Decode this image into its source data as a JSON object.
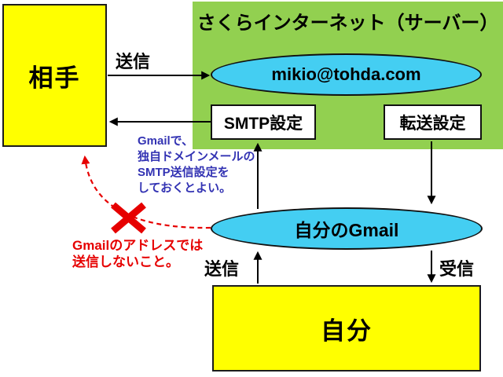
{
  "colors": {
    "yellow": "#ffff00",
    "green": "#92d050",
    "cyan": "#44cef2",
    "note_blue": "#3333b3",
    "red": "#e60000"
  },
  "nodes": {
    "aite": {
      "label": "相手"
    },
    "server": {
      "title": "さくらインターネット（サーバー）"
    },
    "mikio": {
      "label": "mikio@tohda.com"
    },
    "smtp": {
      "label": "SMTP設定"
    },
    "tensou": {
      "label": "転送設定"
    },
    "gmail": {
      "label": "自分のGmail"
    },
    "jibun": {
      "label": "自分"
    }
  },
  "labels": {
    "send_top": "送信",
    "send_bottom": "送信",
    "receive": "受信"
  },
  "notes": {
    "blue": {
      "lines": [
        "Gmailで、",
        "独自ドメインメールの",
        "SMTP送信設定を",
        "しておくとよい。"
      ]
    },
    "red": {
      "lines": [
        "Gmailのアドレスでは",
        "送信しないこと。"
      ]
    }
  }
}
